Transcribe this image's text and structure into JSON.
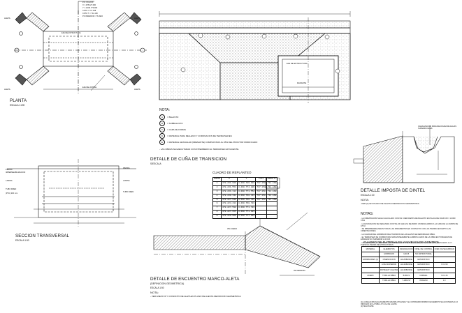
{
  "drawing": {
    "planta": {
      "title": "PLANTA",
      "scale": "ESCALA 1:200"
    },
    "seccion": {
      "title": "SECCION TRANSVERSAL",
      "scale": "ESCALA 1:50"
    },
    "cuna": {
      "title": "DETALLE DE CUÑA DE TRANSICION",
      "scale": "S/ESCALA"
    },
    "imposta": {
      "title": "DETALLE IMPOSTA DE DINTEL",
      "scale": "ESCALA 1:20",
      "note_title": "NOTA:",
      "note": "-VER (1) EN PLANO DE ALETAS DEFINICION GEOMETRICA",
      "canal_label": "CANALIZACION PARA RECOGIDA DE AGUAS SUPERFICIALES"
    },
    "encuentro": {
      "title": "DETALLE DE ENCUENTRO MARCO-ALETA",
      "subtitle": "(DEFINICION GEOMETRICA)",
      "scale": "ESCALA 1:50",
      "note_title": "NOTA:",
      "note": "- VER ANEXO III Y CONJUNTO DE ALETA EN PLANO DE ALETAS DEFINICION GEOMETRICA"
    },
    "labels": {
      "aleta": "ALETA",
      "eje": "EJE DE ESTRUCTURA",
      "dintel": "EJE DEL DINTEL",
      "rasante": "RASANTE",
      "gw": "3W LIGERA",
      "defensa": "3W DEFENSA"
    }
  },
  "leyenda": {
    "title": "NOTA:",
    "items": [
      {
        "sym": "A",
        "text": "= BALASTO"
      },
      {
        "sym": "B",
        "text": "= SUBBALASTO"
      },
      {
        "sym": "C",
        "text": "= CAPA DE FORMA"
      },
      {
        "sym": "D",
        "text": "= MATERIAL PARA RELLENO Y CORONACION DE TERRAPLENES"
      },
      {
        "sym": "E",
        "text": "= MATERIAL GRANULAR (DRENANTE) COMPACTADO AL 95% DEL PROCTOR MODIFICADO"
      }
    ],
    "footer": "- LAS OBRAS SE EJECUTARAN CON INTERMEDIO AL TERRAPLEN ADYACENTE."
  },
  "replanteo": {
    "title": "CUADRO DE REPLANTEO",
    "headers": [
      "PUNTO",
      "X",
      "Y",
      "Cota",
      "Cota T."
    ],
    "rows": [
      [
        "1",
        "478.231.800",
        "4.490.780.901",
        "717.158",
        "711.160"
      ],
      [
        "2",
        "478.231.554",
        "4.490.774.880",
        "717.158",
        "711.160"
      ],
      [
        "3",
        "478.231.111",
        "4.490.771.554",
        "717.158",
        "711.160"
      ],
      [
        "4",
        "478.230.334",
        "4.490.768.413",
        "717.158",
        "711.160"
      ],
      [
        "5",
        "478.227.930",
        "4.490.766.415",
        "717.158",
        "711.160"
      ],
      [
        "6",
        "478.224.411",
        "4.490.768.781",
        "",
        ""
      ],
      [
        "7",
        "478.227.598",
        "4.490.771.781",
        "",
        ""
      ],
      [
        "8",
        "478.227.955",
        "4.490.771.923",
        "",
        ""
      ],
      [
        "9",
        "478.228.966",
        "4.490.777.923",
        "",
        ""
      ]
    ]
  },
  "notas": {
    "title": "NOTAS:",
    "items": [
      "- LA CIMENTACION SE HA CALCULADO CON UN COEFICIENTE DE BALASTO EN PLACA DE 30x30 CM = 10.000 T/M3",
      "- LA EXCAVACION SE REALIZARA CON TALUD 1(H):1(V) DEJANDO UN RESGUARDO A LA CARA DE LA ZAPATA DE 0,5 M.",
      "- SE IMPERMEABILIZARAN TODAS LAS PARAMENTOS EN CONTACTO CON LAS TIERRAS EXCEPTO LAS CIMENTACIONES.",
      "- LA CALIDAD DEL HORMIGON DEL TRASDOS DE LAS ALETAS SE DEFINIRA EN OBRA.",
      "- EL TERRAPLEN SE COMPACTARA SIMULTANEAMENTE A AMBOS LADOS DE LA OBRA EN TONGADAS DE ESPESOR NO SUPERIOR A 40 CM.",
      "- LOS RELLENOS A TIERRA SE LAS OBRAS DE ESTRUCTURA SE REALIZARAN SEGUN LOS PLANOS 1-2-7 PUESTA A TIERRA DE ESTRUCTURAS."
    ]
  },
  "materiales": {
    "title": "CUADRO DE MATERIALES Y NIVELES DE CONTROL",
    "headers": [
      "MATERIAL",
      "ELEMENTOS",
      "DESIGNACION",
      "NIVEL DE CONTROL",
      "COEF. DE SEGURIDAD"
    ],
    "rows": [
      [
        "",
        "HORMIGON",
        "HM-15",
        "NO ESTRUCTURAL",
        ""
      ],
      [
        "HORMIGONES (1)",
        "CIMENTACION",
        "HA-25/B/20/IIa",
        "ESTADISTICO",
        ""
      ],
      [
        "",
        "LOSA SUPERIOR",
        "HA-30/B/20/IIa",
        "ESTADISTICO",
        "Yc=1.50"
      ],
      [
        "",
        "DINTELES Y ALETAS",
        "HA-30/B/20/IIa",
        "ESTADISTICO",
        ""
      ],
      [
        "ACERO",
        "TODA LA OBRA",
        "B-500-S",
        "NORMAL",
        "Ys=1.15"
      ],
      [
        "",
        "TODA LA OBRA",
        "Y-1860-S7",
        "INTENSO",
        "1.0"
      ]
    ],
    "footnotes": [
      "(1) LA RELACION AGUA/CEMENTO MAXIMA UTILIZADA Y EL CONTENIDO MINIMO DE CEMENTO SE AJUSTARAN A LO INDICADO EN LA TABLA 37.3.2.a DE LA EHE.",
      "(2) SEGUN EHE."
    ]
  }
}
